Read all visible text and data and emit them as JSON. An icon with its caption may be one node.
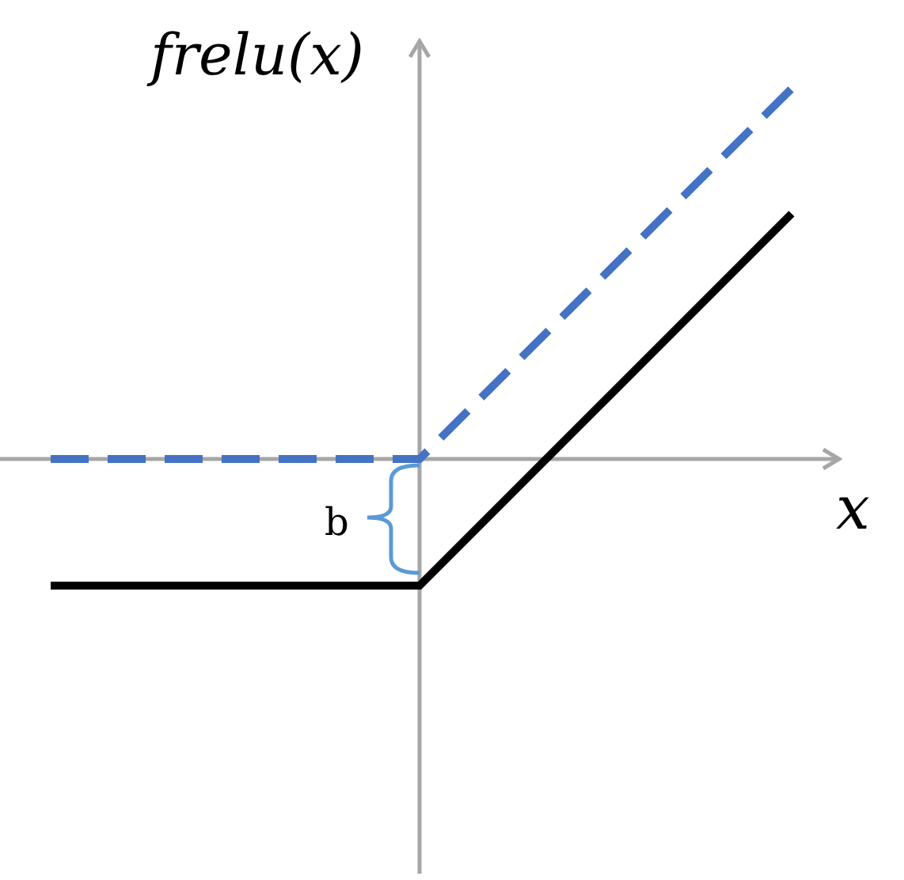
{
  "diagram": {
    "labels": [
      "frelu(x)",
      "x",
      "b"
    ]
  }
}
